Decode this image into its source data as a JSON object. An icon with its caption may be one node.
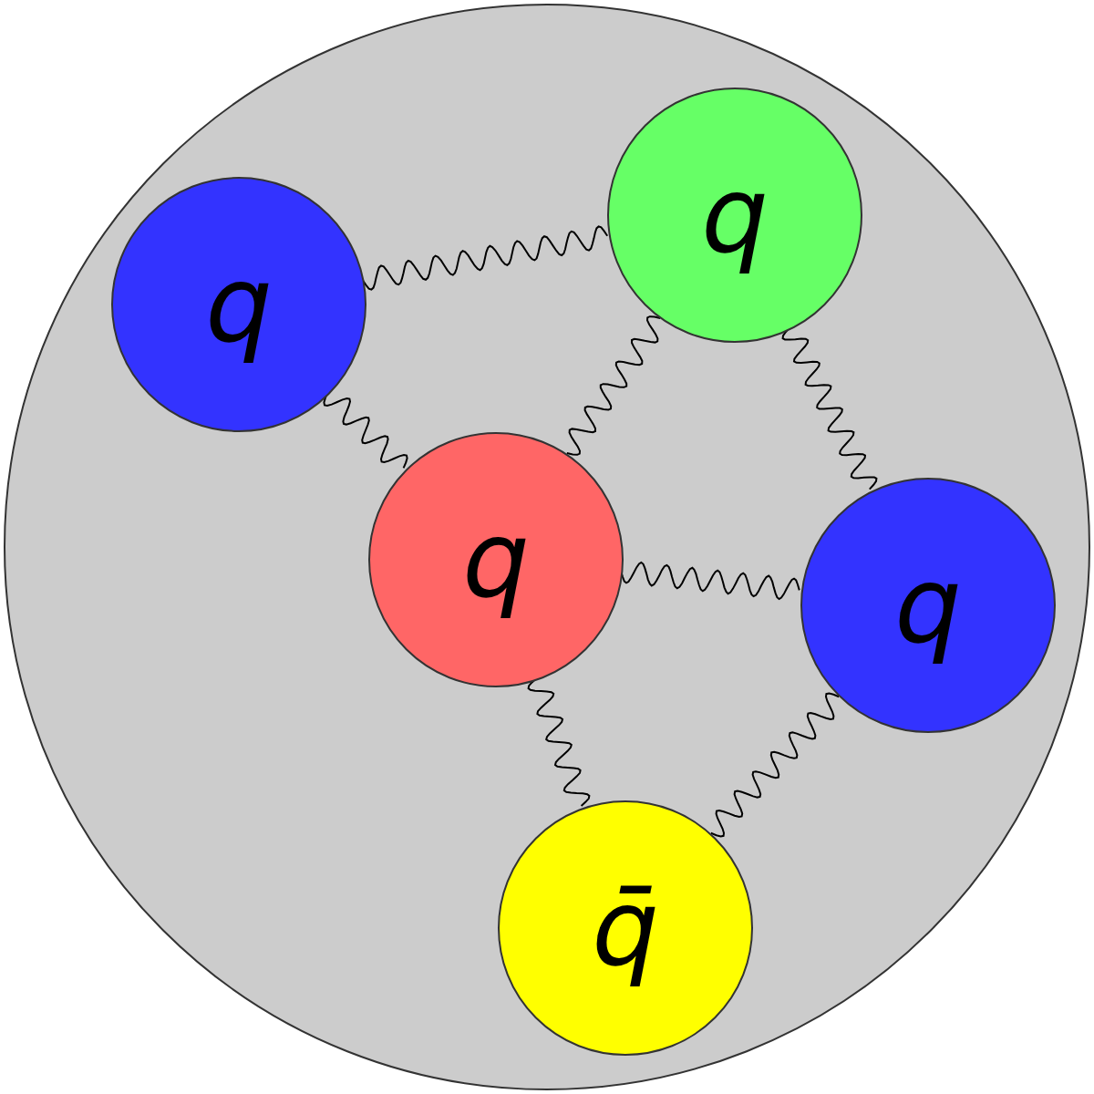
{
  "diagram": {
    "nodes": [
      {
        "text": [],
        "shape": "circle"
      },
      {
        "text": [
          "q"
        ],
        "in": 0
      },
      {
        "text": [
          "q"
        ],
        "in": 0
      },
      {
        "text": [
          "q"
        ],
        "in": 0
      },
      {
        "text": [
          "q"
        ],
        "in": 0
      },
      {
        "text": [
          "q̄"
        ],
        "in": 0
      }
    ],
    "edges": [
      {
        "from": 1,
        "to": 2,
        "arrow": "none"
      },
      {
        "from": 1,
        "to": 3,
        "arrow": "none"
      },
      {
        "from": 2,
        "to": 3,
        "arrow": "none"
      },
      {
        "from": 2,
        "to": 4,
        "arrow": "none"
      },
      {
        "from": 3,
        "to": 4,
        "arrow": "none"
      },
      {
        "from": 3,
        "to": 5,
        "arrow": "none"
      },
      {
        "from": 4,
        "to": 5,
        "arrow": "none"
      }
    ]
  }
}
